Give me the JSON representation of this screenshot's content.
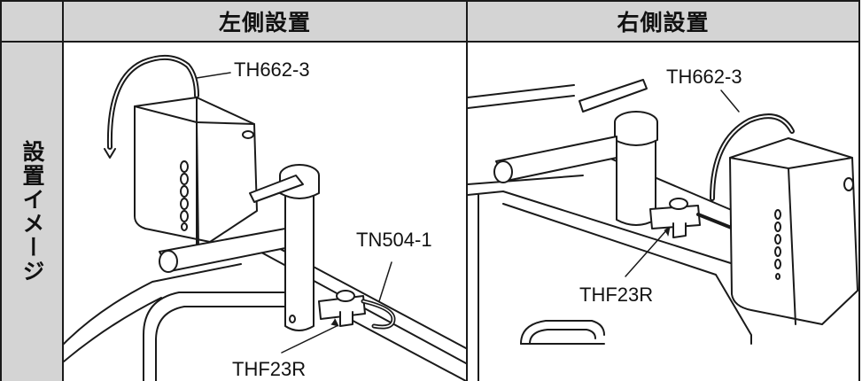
{
  "header": {
    "corner": "",
    "left_title": "左側設置",
    "right_title": "右側設置"
  },
  "side_label": "設置イメージ",
  "left_panel": {
    "labels": {
      "purifier": "TH662-3",
      "hose": "TN504-1",
      "valve": "THF23R"
    }
  },
  "right_panel": {
    "labels": {
      "purifier": "TH662-3",
      "valve": "THF23R"
    }
  }
}
